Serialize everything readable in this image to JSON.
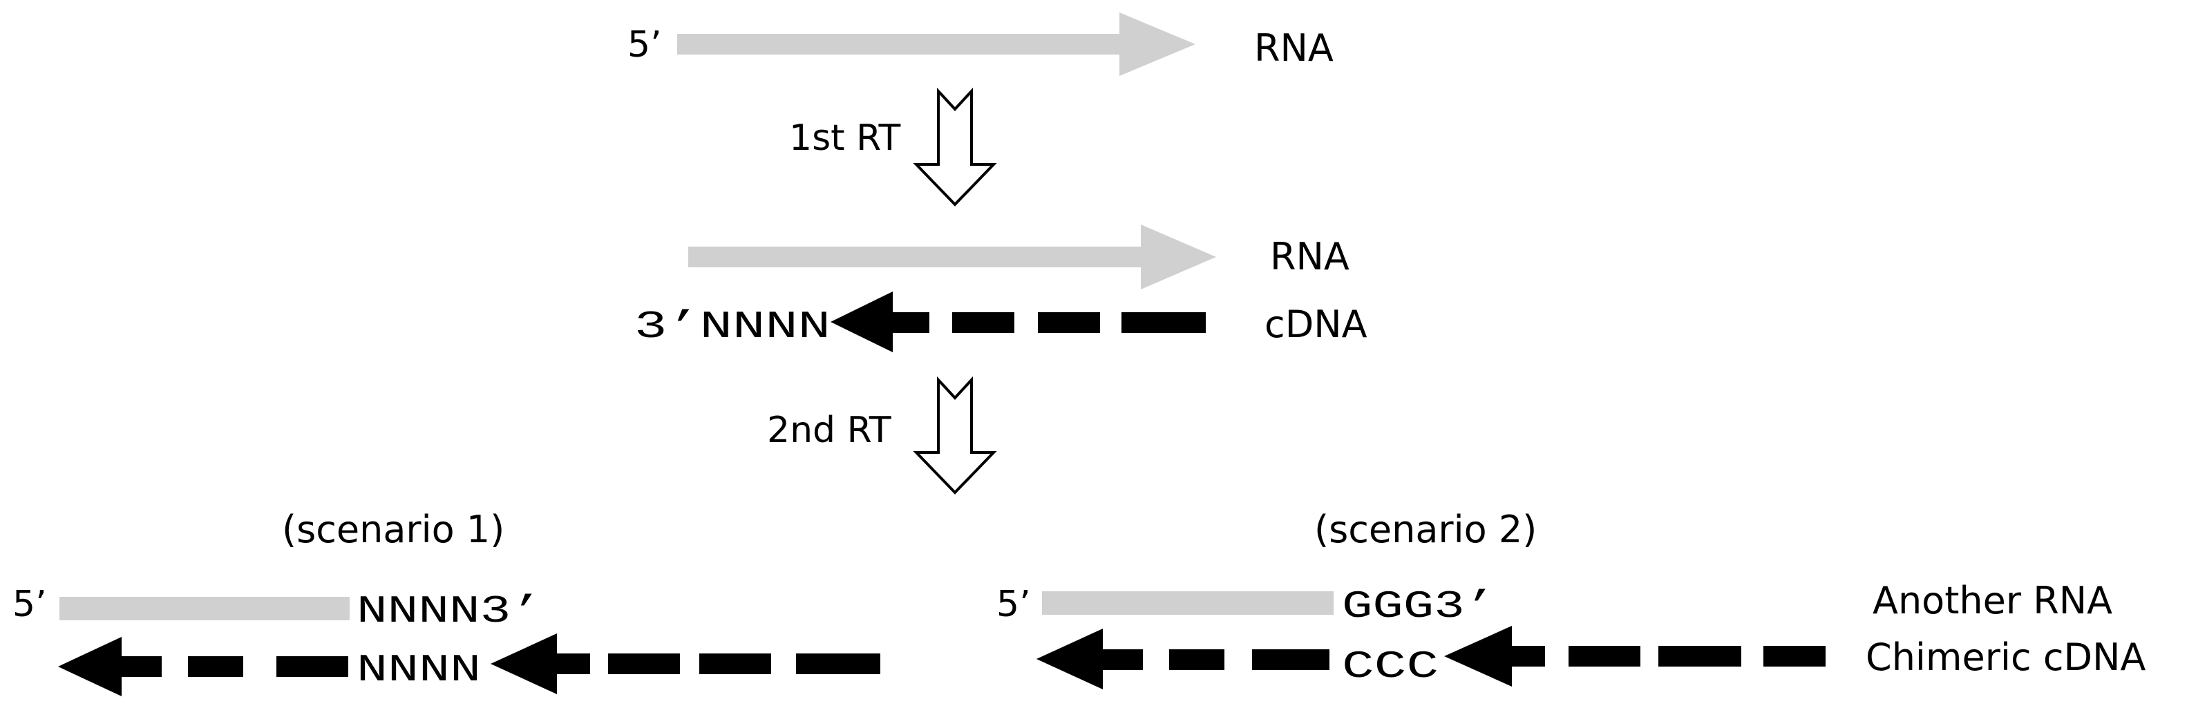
{
  "colors": {
    "rna": "#d0d0d0",
    "cdna": "#000000",
    "step_arrow": "#000000"
  },
  "top": {
    "rna_5prime": "5’",
    "rna_label": "RNA",
    "step1_label": "1st RT"
  },
  "middle": {
    "rna_label": "RNA",
    "cdna_label": "cDNA",
    "cdna_3prime_end": "3’NNNN",
    "step2_label": "2nd RT"
  },
  "scenario1": {
    "title": "(scenario 1)",
    "rna_5prime": "5’",
    "rna_3prime_end": "NNNN3’",
    "cdna_junction": "NNNN"
  },
  "scenario2": {
    "title": "(scenario 2)",
    "rna_5prime": "5’",
    "rna_3prime_end": "GGG3’",
    "cdna_junction": "CCC",
    "rna_label": "Another RNA",
    "cdna_label": "Chimeric cDNA"
  }
}
